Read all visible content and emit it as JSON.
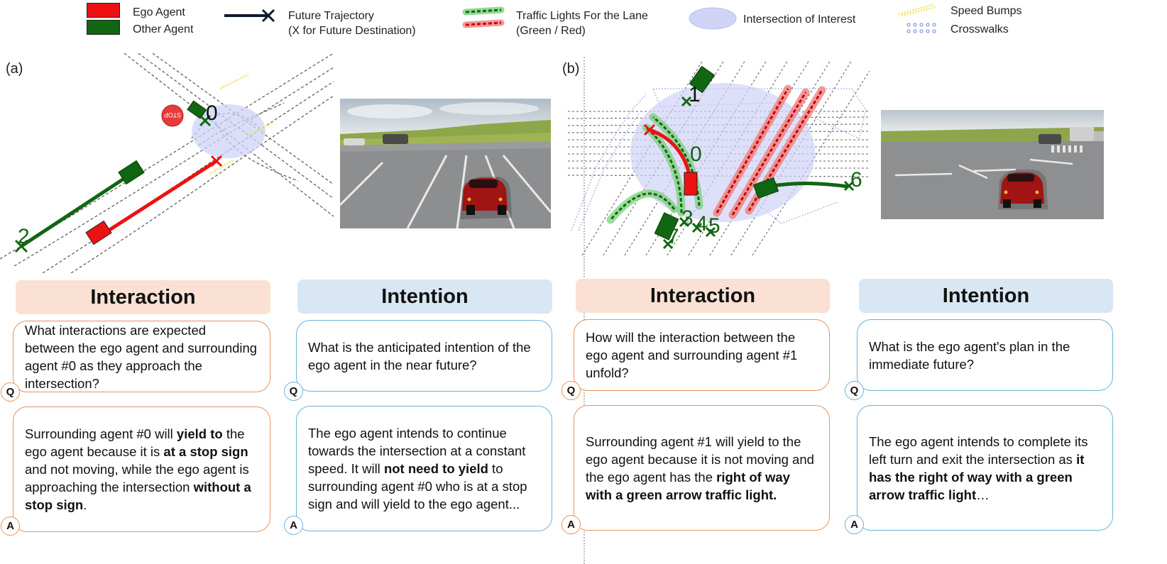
{
  "legend": {
    "ego_agent": "Ego Agent",
    "other_agent": "Other Agent",
    "future_traj_line1": "Future Trajectory",
    "future_traj_line2": "(X for Future Destination)",
    "traffic_lights_line1": "Traffic Lights For the Lane",
    "traffic_lights_line2": "(Green / Red)",
    "intersection": "Intersection of Interest",
    "speed_bumps": "Speed Bumps",
    "crosswalks": "Crosswalks"
  },
  "colors": {
    "ego": "#ee1111",
    "other": "#116611",
    "trajectory": "#0d1b2a",
    "intersection": "#cfd3f5",
    "speed_bump": "#f3e86a",
    "crosswalk": "#6a7ee0",
    "interaction_header": "#fbe1d3",
    "intention_header": "#d9e6f3",
    "interaction_border": "#e8925a",
    "intention_border": "#68b3dd"
  },
  "panel_a": {
    "label": "(a)",
    "stop_sign_text": "STOP",
    "agent_ids": [
      "0",
      "2"
    ],
    "interaction": {
      "header": "Interaction",
      "question": "What interactions are expected between the ego agent and surrounding agent #0 as they approach the intersection?",
      "answer": [
        {
          "t": "Surrounding agent #0 will ",
          "b": false
        },
        {
          "t": "yield to",
          "b": true
        },
        {
          "t": " the ego agent because it is ",
          "b": false
        },
        {
          "t": "at a stop sign",
          "b": true
        },
        {
          "t": " and not moving, while the ego agent is approaching the intersection ",
          "b": false
        },
        {
          "t": "without a stop sign",
          "b": true
        },
        {
          "t": ".",
          "b": false
        }
      ]
    },
    "intention": {
      "header": "Intention",
      "question": "What is the anticipated intention of the ego agent in the near future?",
      "answer": [
        {
          "t": "The ego agent intends to continue towards the intersection at a constant speed. It will ",
          "b": false
        },
        {
          "t": "not need to yield",
          "b": true
        },
        {
          "t": " to surrounding agent #0 who is at a stop sign and will yield to the ego agent...",
          "b": false
        }
      ]
    }
  },
  "panel_b": {
    "label": "(b)",
    "agent_ids": [
      "0",
      "1",
      "3",
      "4",
      "5",
      "6",
      "7"
    ],
    "interaction": {
      "header": "Interaction",
      "question": "How will the interaction between the ego agent and surrounding agent #1 unfold?",
      "answer": [
        {
          "t": "Surrounding agent #1 will yield to the ego agent because it is not moving and the ego agent has the ",
          "b": false
        },
        {
          "t": "right of way with a green arrow traffic light.",
          "b": true
        }
      ]
    },
    "intention": {
      "header": "Intention",
      "question": "What is the ego agent's plan in the immediate future?",
      "answer": [
        {
          "t": "The ego agent intends to complete its left turn and exit the intersection as ",
          "b": false
        },
        {
          "t": "it has the right of way with a green arrow traffic light",
          "b": true
        },
        {
          "t": "…",
          "b": false
        }
      ]
    }
  },
  "qa_tags": {
    "question": "Q",
    "answer": "A"
  }
}
